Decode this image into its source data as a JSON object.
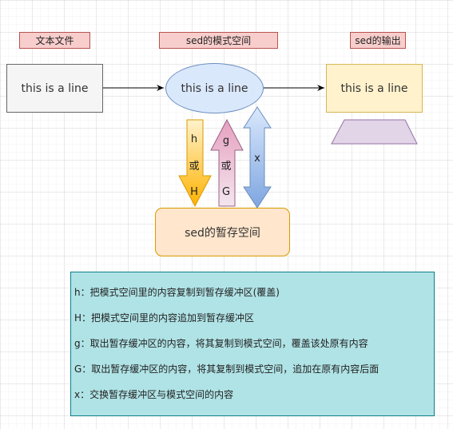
{
  "labels": {
    "text_file": "文本文件",
    "pattern_space": "sed的模式空间",
    "output": "sed的输出"
  },
  "nodes": {
    "file_box": "this is a line",
    "pattern_ellipse": "this is a line",
    "output_box": "this is a line",
    "hold_space": "sed的暂存空间"
  },
  "arrows": {
    "down": [
      "h",
      "或",
      "H"
    ],
    "up": [
      "g",
      "或",
      "G"
    ],
    "both": "x"
  },
  "legend": [
    "h：把模式空间里的内容复制到暂存缓冲区(覆盖)",
    "H：把模式空间里的内容追加到暂存缓冲区",
    "g：取出暂存缓冲区的内容，将其复制到模式空间，覆盖该处原有内容",
    "G：取出暂存缓冲区的内容，将其复制到模式空间，追加在原有内容后面",
    "x：交换暂存缓冲区与模式空间的内容"
  ],
  "colors": {
    "label_fill": "#f8cecc",
    "file_fill": "#f5f5f5",
    "ellipse_fill": "#dae8fc",
    "output_fill": "#fff2cc",
    "trapezoid_fill": "#e1d5e7",
    "hold_fill": "#ffe6cc",
    "down_arrow_fill": "#ffcd28",
    "up_arrow_fill": "#e6d0de",
    "both_arrow_fill": "#dae8fc",
    "legend_fill": "#b0e3e6"
  }
}
